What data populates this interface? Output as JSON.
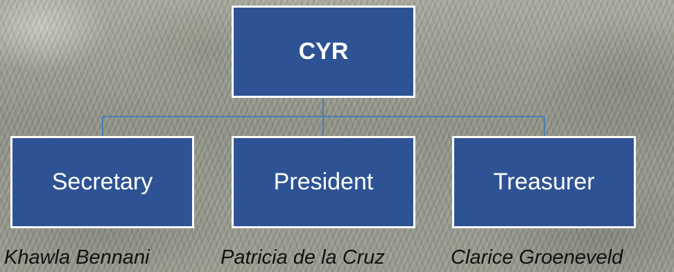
{
  "diagram": {
    "root": {
      "label": "CYR"
    },
    "children": [
      {
        "label": "Secretary",
        "name": "Khawla Bennani"
      },
      {
        "label": "President",
        "name": "Patricia de la Cruz"
      },
      {
        "label": "Treasurer",
        "name": "Clarice Groeneveld"
      }
    ]
  },
  "colors": {
    "node_fill": "#2e5394",
    "node_border": "#ffffff",
    "connector": "#4a7bb7",
    "name_text": "#111111"
  }
}
